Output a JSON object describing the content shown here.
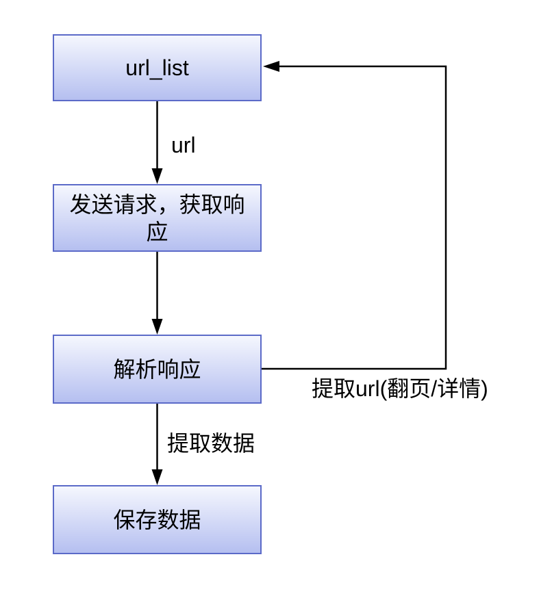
{
  "diagram": {
    "type": "flowchart",
    "nodes": [
      {
        "id": "url_list",
        "label": "url_list"
      },
      {
        "id": "send_request",
        "label": "发送请求，获取响应"
      },
      {
        "id": "parse_response",
        "label": "解析响应"
      },
      {
        "id": "save_data",
        "label": "保存数据"
      }
    ],
    "edges": [
      {
        "from": "url_list",
        "to": "send_request",
        "label": "url"
      },
      {
        "from": "send_request",
        "to": "parse_response",
        "label": ""
      },
      {
        "from": "parse_response",
        "to": "save_data",
        "label": "提取数据"
      },
      {
        "from": "parse_response",
        "to": "url_list",
        "label": "提取url(翻页/详情)"
      }
    ],
    "colors": {
      "node_border": "#5b6ac8",
      "node_fill_top": "#f5f7fe",
      "node_fill_bottom": "#b5bff0",
      "line": "#000000",
      "text": "#000000",
      "background": "#ffffff"
    }
  }
}
